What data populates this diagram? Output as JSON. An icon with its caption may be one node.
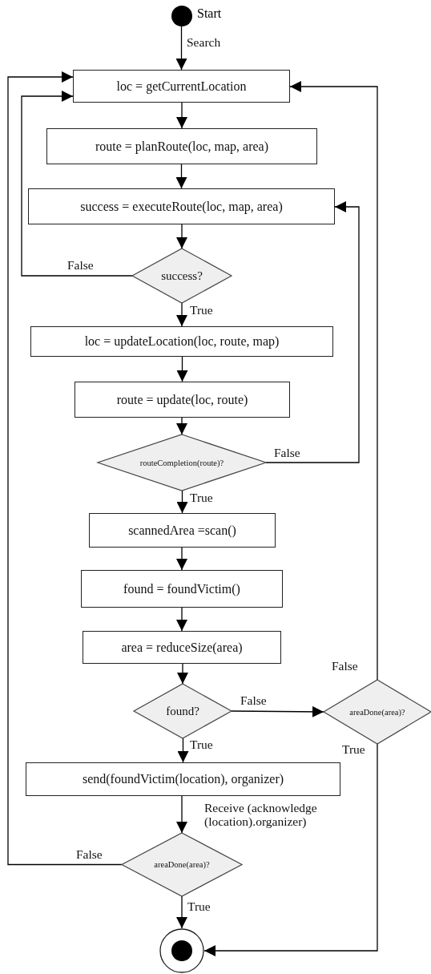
{
  "diagram": {
    "nodes": [
      {
        "text": [],
        "shape": "circle",
        "beside": [
          "Start"
        ]
      },
      {
        "text": [
          "loc = getCurrentLocation"
        ]
      },
      {
        "text": [
          "route = planRoute(loc, map, area)"
        ]
      },
      {
        "text": [
          "success = executeRoute(loc, map, area)"
        ]
      },
      {
        "text": [
          "success?"
        ]
      },
      {
        "text": [
          "loc = updateLocation(loc, route, map)"
        ]
      },
      {
        "text": [
          "route = update(loc, route)"
        ]
      },
      {
        "text": [
          "routeCompletion(route)?"
        ]
      },
      {
        "text": [
          "scannedArea =scan()"
        ]
      },
      {
        "text": [
          "found = foundVictim()"
        ]
      },
      {
        "text": [
          "area = reduceSize(area)"
        ]
      },
      {
        "text": [
          "found?"
        ]
      },
      {
        "text": [
          "areaDone(area)?"
        ]
      },
      {
        "text": [
          "send(foundVictim(location), organizer)"
        ]
      },
      {
        "text": [
          "areaDone(area)?"
        ]
      },
      {
        "text": [],
        "shape": "circle"
      }
    ],
    "edges": [
      {
        "from": 0,
        "to": 1,
        "arrow": "to",
        "label": "Search"
      },
      {
        "from": 1,
        "to": 2,
        "arrow": "to"
      },
      {
        "from": 2,
        "to": 3,
        "arrow": "to"
      },
      {
        "from": 3,
        "to": 4,
        "arrow": "to"
      },
      {
        "from": 4,
        "to": 1,
        "arrow": "to",
        "label": "False"
      },
      {
        "from": 4,
        "to": 5,
        "arrow": "to",
        "label": "True"
      },
      {
        "from": 5,
        "to": 6,
        "arrow": "to"
      },
      {
        "from": 6,
        "to": 7,
        "arrow": "to"
      },
      {
        "from": 7,
        "to": 3,
        "arrow": "to",
        "label": "False"
      },
      {
        "from": 7,
        "to": 8,
        "arrow": "to",
        "label": "True"
      },
      {
        "from": 8,
        "to": 9,
        "arrow": "to"
      },
      {
        "from": 9,
        "to": 10,
        "arrow": "to"
      },
      {
        "from": 10,
        "to": 11,
        "arrow": "to"
      },
      {
        "from": 11,
        "to": 12,
        "arrow": "to",
        "label": "False"
      },
      {
        "from": 11,
        "to": 13,
        "arrow": "to",
        "label": "True"
      },
      {
        "from": 12,
        "to": 1,
        "arrow": "to",
        "label": "False"
      },
      {
        "from": 12,
        "to": 15,
        "arrow": "to",
        "label": "True"
      },
      {
        "from": 13,
        "to": 14,
        "arrow": "to",
        "label": "Receive (acknowledge (location).organizer)"
      },
      {
        "from": 14,
        "to": 1,
        "arrow": "to",
        "label": "False"
      },
      {
        "from": 14,
        "to": 15,
        "arrow": "to",
        "label": "True"
      }
    ]
  }
}
